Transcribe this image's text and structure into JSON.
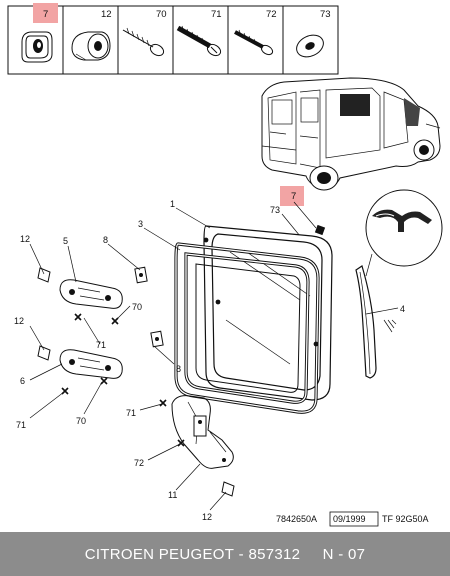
{
  "thumbnails": [
    {
      "label": "7",
      "icon": "bump-stop-icon",
      "highlighted": true
    },
    {
      "label": "12",
      "icon": "rubber-buffer-icon"
    },
    {
      "label": "70",
      "icon": "screw-icon"
    },
    {
      "label": "71",
      "icon": "screw-icon"
    },
    {
      "label": "72",
      "icon": "screw-icon"
    },
    {
      "label": "73",
      "icon": "washer-icon"
    }
  ],
  "callouts": {
    "c1": "1",
    "c3": "3",
    "c4": "4",
    "c5": "5",
    "c6": "6",
    "c7": "7",
    "c8a": "8",
    "c8b": "8",
    "c11": "11",
    "c12a": "12",
    "c12b": "12",
    "c12c": "12",
    "c70a": "70",
    "c70b": "70",
    "c71a": "71",
    "c71b": "71",
    "c72": "72",
    "c73": "73"
  },
  "reference": {
    "drawing_code": "7842650A",
    "date": "09/1999",
    "doc_code": "TF 92G50A"
  },
  "footer": {
    "brand": "CITROEN PEUGEOT",
    "separator": " - ",
    "part_number": "857312",
    "page": "N - 07"
  },
  "colors": {
    "highlight": "#f2a4a4",
    "footer_bg": "#8c8c8c",
    "line": "#111111"
  }
}
